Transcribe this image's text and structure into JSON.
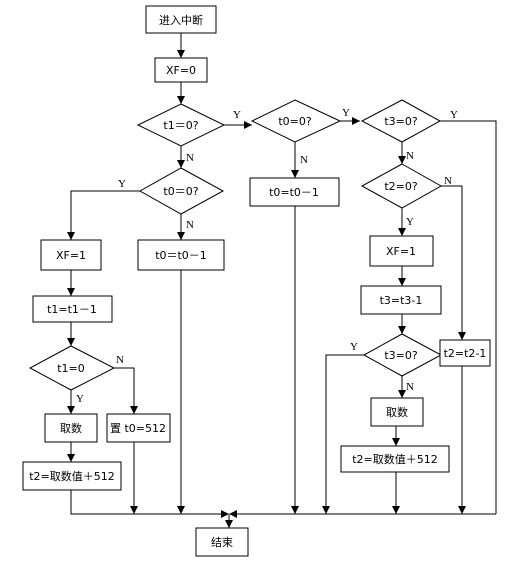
{
  "nodes": {
    "enter_interrupt": "进入中断",
    "xf_zero": "XF=0",
    "t1_eq0_q": "t1＝0?",
    "t0_eq0_q_a": "t0=0?",
    "t3_eq0_q_a": "t3=0?",
    "t0_eq0_q_b": "t0＝0?",
    "t0_dec_a": "t0=t0－1",
    "t2_eq0_q": "t2=0?",
    "xf_one_a": "XF=1",
    "t0_dec_b": "t0＝t0－1",
    "xf_one_b": "XF=1",
    "t1_dec": "t1=t1－1",
    "t3_dec": "t3=t3-1",
    "t1_eq0": "t1=0",
    "t3_eq0_q_b": "t3=0?",
    "t2_dec": "t2=t2-1",
    "fetch_a": "取数",
    "set_t0": "置 t0=512",
    "fetch_b": "取数",
    "t2_value_a": "t2=取数值＋512",
    "t2_value_b": "t2=取数值＋512",
    "end": "结束"
  },
  "labels": {
    "y1": "Y",
    "n1": "N",
    "y2": "Y",
    "n2": "N",
    "y3": "Y",
    "n3": "N",
    "y4": "Y",
    "n4": "N",
    "y5": "Y",
    "n5": "N",
    "y6": "Y",
    "n6": "N",
    "y7": "Y",
    "n7": "N"
  }
}
